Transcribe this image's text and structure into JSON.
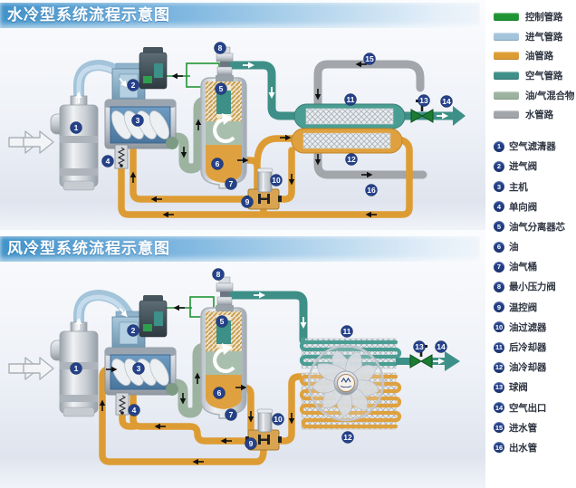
{
  "panels": [
    {
      "id": "water",
      "title": "水冷型系统流程示意图"
    },
    {
      "id": "air",
      "title": "风冷型系统流程示意图"
    }
  ],
  "legend": {
    "pipe_types": [
      {
        "label": "控制管路",
        "color": "#1f9434"
      },
      {
        "label": "进气管路",
        "color": "#a3c4da"
      },
      {
        "label": "油管路",
        "color": "#dd9c33"
      },
      {
        "label": "空气管路",
        "color": "#3d8f87"
      },
      {
        "label": "油/气混合物",
        "color": "#9cb3a0"
      },
      {
        "label": "水管路",
        "color": "#a2a5aa"
      }
    ],
    "items": [
      {
        "num": "1",
        "label": "空气滤清器"
      },
      {
        "num": "2",
        "label": "进气阀"
      },
      {
        "num": "3",
        "label": "主机"
      },
      {
        "num": "4",
        "label": "单向阀"
      },
      {
        "num": "5",
        "label": "油气分离器芯"
      },
      {
        "num": "6",
        "label": "油"
      },
      {
        "num": "7",
        "label": "油气桶"
      },
      {
        "num": "8",
        "label": "最小压力阀"
      },
      {
        "num": "9",
        "label": "温控阀"
      },
      {
        "num": "10",
        "label": "油过滤器"
      },
      {
        "num": "11",
        "label": "后冷却器"
      },
      {
        "num": "12",
        "label": "油冷却器"
      },
      {
        "num": "13",
        "label": "球阀"
      },
      {
        "num": "14",
        "label": "空气出口"
      },
      {
        "num": "15",
        "label": "进水管"
      },
      {
        "num": "16",
        "label": "出水管"
      }
    ]
  },
  "colors": {
    "badge": "#24418a",
    "title_bar": "#4193ca",
    "air_arrow": "#3d8f87"
  }
}
